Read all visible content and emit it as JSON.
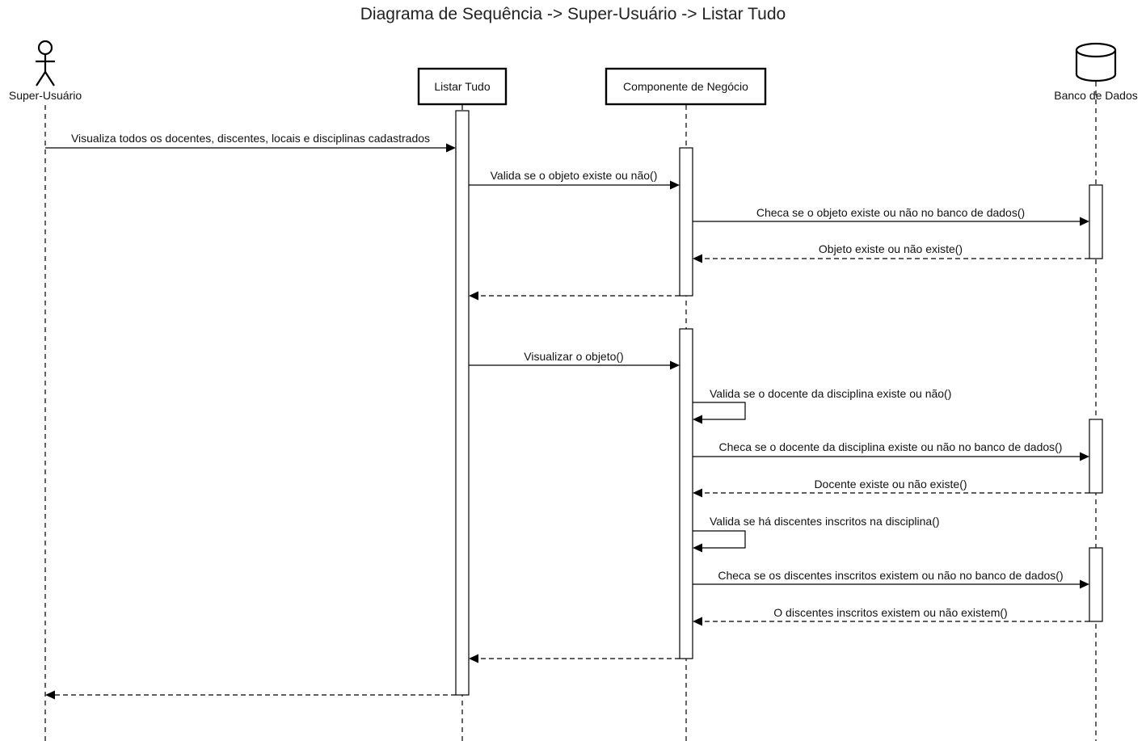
{
  "title": "Diagrama de Sequência -> Super-Usuário -> Listar Tudo",
  "participants": {
    "actor": "Super-Usuário",
    "listar": "Listar Tudo",
    "componente": "Componente de Negócio",
    "banco": "Banco de Dados"
  },
  "participant_icons": {
    "actor": "stick-figure-icon",
    "banco": "database-cylinder-icon"
  },
  "messages": [
    {
      "from": "actor",
      "to": "listar",
      "label": "Visualiza todos os docentes, discentes, locais e disciplinas cadastrados",
      "kind": "sync"
    },
    {
      "from": "listar",
      "to": "componente",
      "label": "Valida se o objeto existe ou não()",
      "kind": "sync"
    },
    {
      "from": "componente",
      "to": "banco",
      "label": "Checa se o objeto existe ou não no banco de dados()",
      "kind": "sync"
    },
    {
      "from": "banco",
      "to": "componente",
      "label": "Objeto existe ou não existe()",
      "kind": "return"
    },
    {
      "from": "componente",
      "to": "listar",
      "label": "",
      "kind": "return"
    },
    {
      "from": "listar",
      "to": "componente",
      "label": "Visualizar o objeto()",
      "kind": "sync"
    },
    {
      "from": "componente",
      "to": "componente",
      "label": "Valida se o docente da disciplina existe ou não()",
      "kind": "self"
    },
    {
      "from": "componente",
      "to": "banco",
      "label": "Checa se o docente da disciplina existe ou não no banco de dados()",
      "kind": "sync"
    },
    {
      "from": "banco",
      "to": "componente",
      "label": "Docente existe ou não existe()",
      "kind": "return"
    },
    {
      "from": "componente",
      "to": "componente",
      "label": "Valida se há discentes inscritos na disciplina()",
      "kind": "self"
    },
    {
      "from": "componente",
      "to": "banco",
      "label": "Checa se os discentes inscritos existem ou não no banco de dados()",
      "kind": "sync"
    },
    {
      "from": "banco",
      "to": "componente",
      "label": "O discentes inscritos existem ou não existem()",
      "kind": "return"
    },
    {
      "from": "componente",
      "to": "listar",
      "label": "",
      "kind": "return"
    },
    {
      "from": "listar",
      "to": "actor",
      "label": "",
      "kind": "return"
    }
  ]
}
